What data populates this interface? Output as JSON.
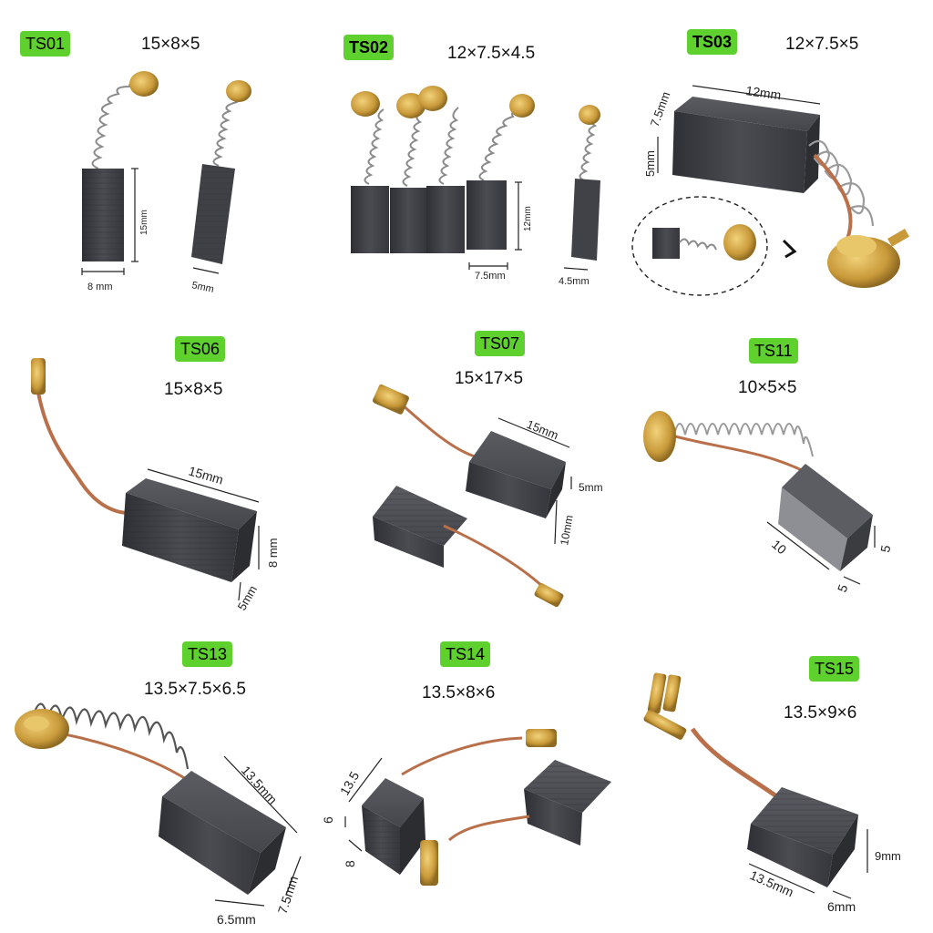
{
  "catalog": [
    {
      "code": "TS01",
      "size": "15×8×5",
      "dims": [
        "15mm",
        "8 mm",
        "5mm"
      ]
    },
    {
      "code": "TS02",
      "size": "12×7.5×4.5",
      "dims": [
        "12mm",
        "7.5mm",
        "4.5mm"
      ]
    },
    {
      "code": "TS03",
      "size": "12×7.5×5",
      "dims": [
        "12mm",
        "7.5mm",
        "5mm"
      ]
    },
    {
      "code": "TS06",
      "size": "15×8×5",
      "dims": [
        "15mm",
        "8 mm",
        "5mm"
      ]
    },
    {
      "code": "TS07",
      "size": "15×17×5",
      "dims": [
        "15mm",
        "5mm",
        "10mm"
      ]
    },
    {
      "code": "TS11",
      "size": "10×5×5",
      "dims": [
        "10",
        "5",
        "5"
      ]
    },
    {
      "code": "TS13",
      "size": "13.5×7.5×6.5",
      "dims": [
        "13.5mm",
        "7.5mm",
        "6.5mm"
      ]
    },
    {
      "code": "TS14",
      "size": "13.5×8×6",
      "dims": [
        "13.5",
        "6",
        "8"
      ]
    },
    {
      "code": "TS15",
      "size": "13.5×9×6",
      "dims": [
        "9mm",
        "13.5mm",
        "6mm"
      ]
    }
  ],
  "colors": {
    "badge": "#5fd12f",
    "carbon": "#3d3f44",
    "copper": "#b9704a",
    "brass": "#c9a24a",
    "spring": "#8a8a8a"
  },
  "icons": [
    "carbon-brush-icon",
    "spring-icon",
    "brass-terminal-icon",
    "copper-wire-icon"
  ]
}
